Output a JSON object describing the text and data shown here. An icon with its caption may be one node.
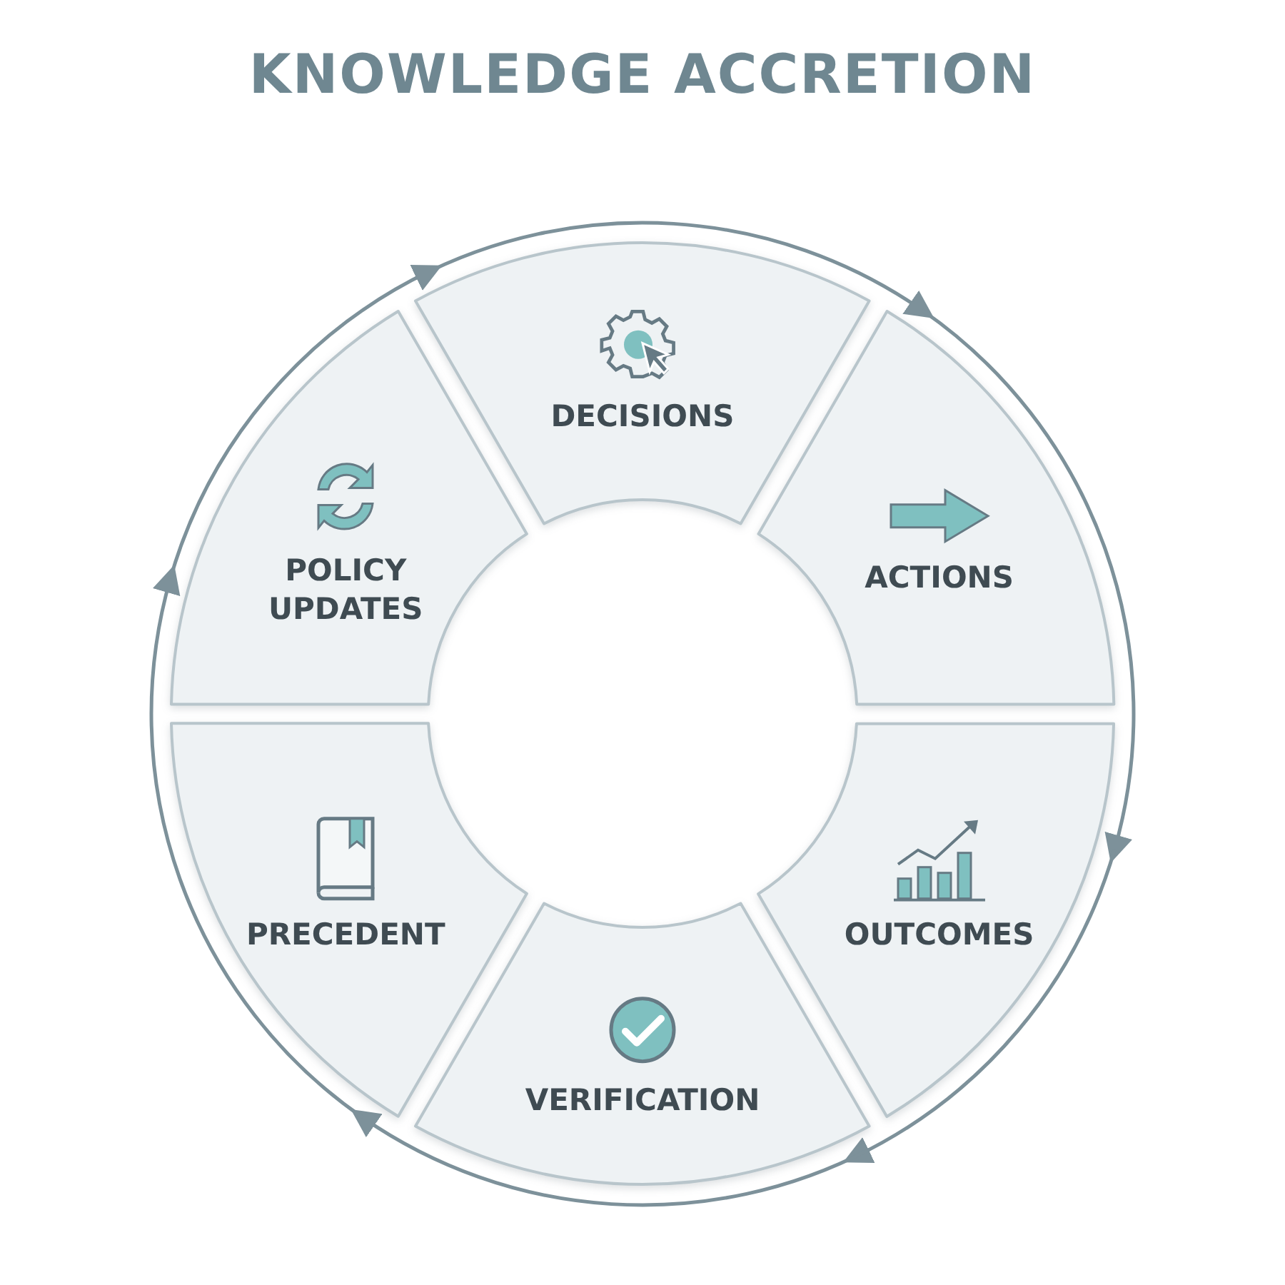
{
  "diagram": {
    "title": "KNOWLEDGE ACCRETION",
    "nodes": [
      {
        "text": [
          "DECISIONS"
        ]
      },
      {
        "text": [
          "ACTIONS"
        ]
      },
      {
        "text": [
          "OUTCOMES"
        ]
      },
      {
        "text": [
          "VERIFICATION"
        ]
      },
      {
        "text": [
          "PRECEDENT"
        ]
      },
      {
        "text": [
          "POLICY UPDATES"
        ]
      }
    ],
    "edges": [
      {
        "from": 0,
        "to": 1,
        "arrow": "to"
      },
      {
        "from": 1,
        "to": 2,
        "arrow": "to"
      },
      {
        "from": 2,
        "to": 3,
        "arrow": "to"
      },
      {
        "from": 3,
        "to": 4,
        "arrow": "to"
      },
      {
        "from": 4,
        "to": 5,
        "arrow": "to"
      },
      {
        "from": 5,
        "to": 0,
        "arrow": "to"
      }
    ]
  }
}
